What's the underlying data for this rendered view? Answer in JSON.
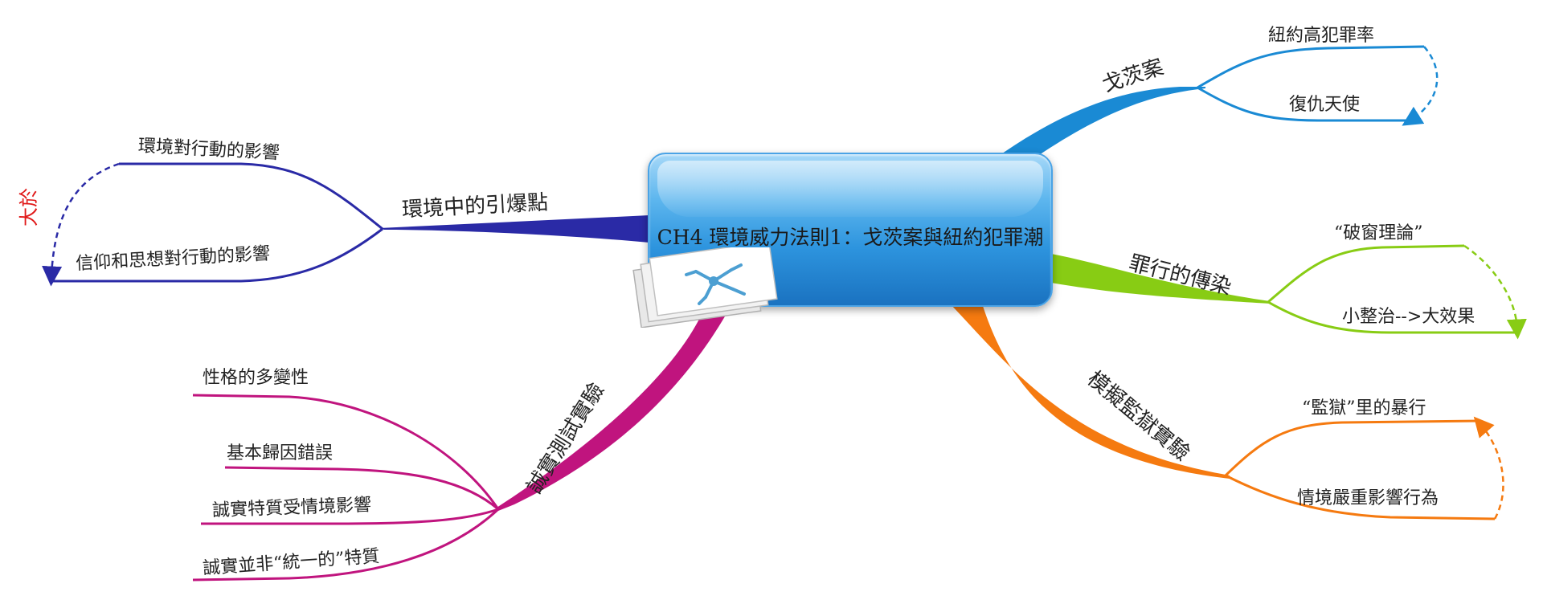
{
  "central": {
    "title": "CH4 環境威力法則1：戈茨案與紐約犯罪潮",
    "icon": "mind-map-pages-icon"
  },
  "branches": [
    {
      "id": "gotz",
      "label": "戈茨案",
      "color": "#1a8ad4",
      "children": [
        "紐約高犯罪率",
        "復仇天使"
      ]
    },
    {
      "id": "contagion",
      "label": "罪行的傳染",
      "color": "#88cc14",
      "children": [
        "“破窗理論”",
        "小整治-->大效果"
      ]
    },
    {
      "id": "prison",
      "label": "模擬監獄實驗",
      "color": "#f57a10",
      "children": [
        "“監獄”里的暴行",
        "情境嚴重影響行為"
      ]
    },
    {
      "id": "honesty",
      "label": "誠實測試實驗",
      "color": "#c0147e",
      "children": [
        "性格的多變性",
        "基本歸因錯誤",
        "誠實特質受情境影響",
        "誠實並非“統一的”特質"
      ]
    },
    {
      "id": "tipping",
      "label": "環境中的引爆點",
      "color": "#2a2aa6",
      "children": [
        "環境對行動的影響",
        "信仰和思想對行動的影響"
      ],
      "relationship": "大於"
    }
  ]
}
